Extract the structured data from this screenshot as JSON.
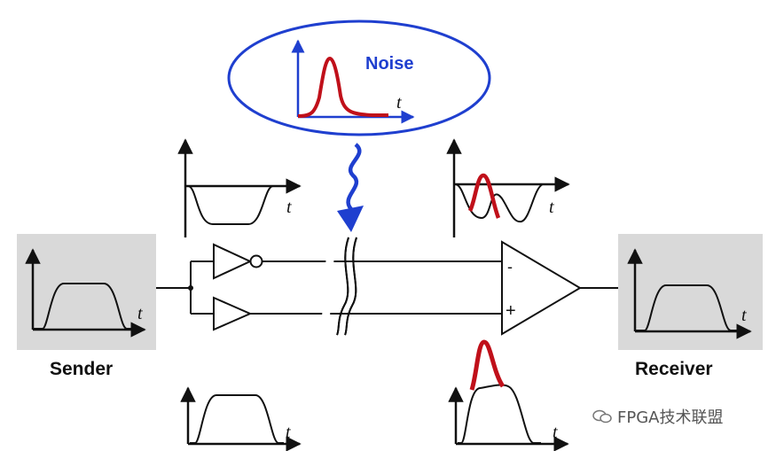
{
  "labels": {
    "noise": "Noise",
    "sender": "Sender",
    "receiver": "Receiver",
    "time_axis": "t",
    "minus_input": "-",
    "plus_input": "+"
  },
  "watermark": {
    "text": "FPGA技术联盟",
    "icon": "wechat-icon"
  },
  "colors": {
    "noise_bubble": "#1f3fcf",
    "noise_arrow": "#1f3fcf",
    "noise_pulse": "#c0101a",
    "signal_box_bg": "#d9d9d9",
    "line": "#111111"
  }
}
